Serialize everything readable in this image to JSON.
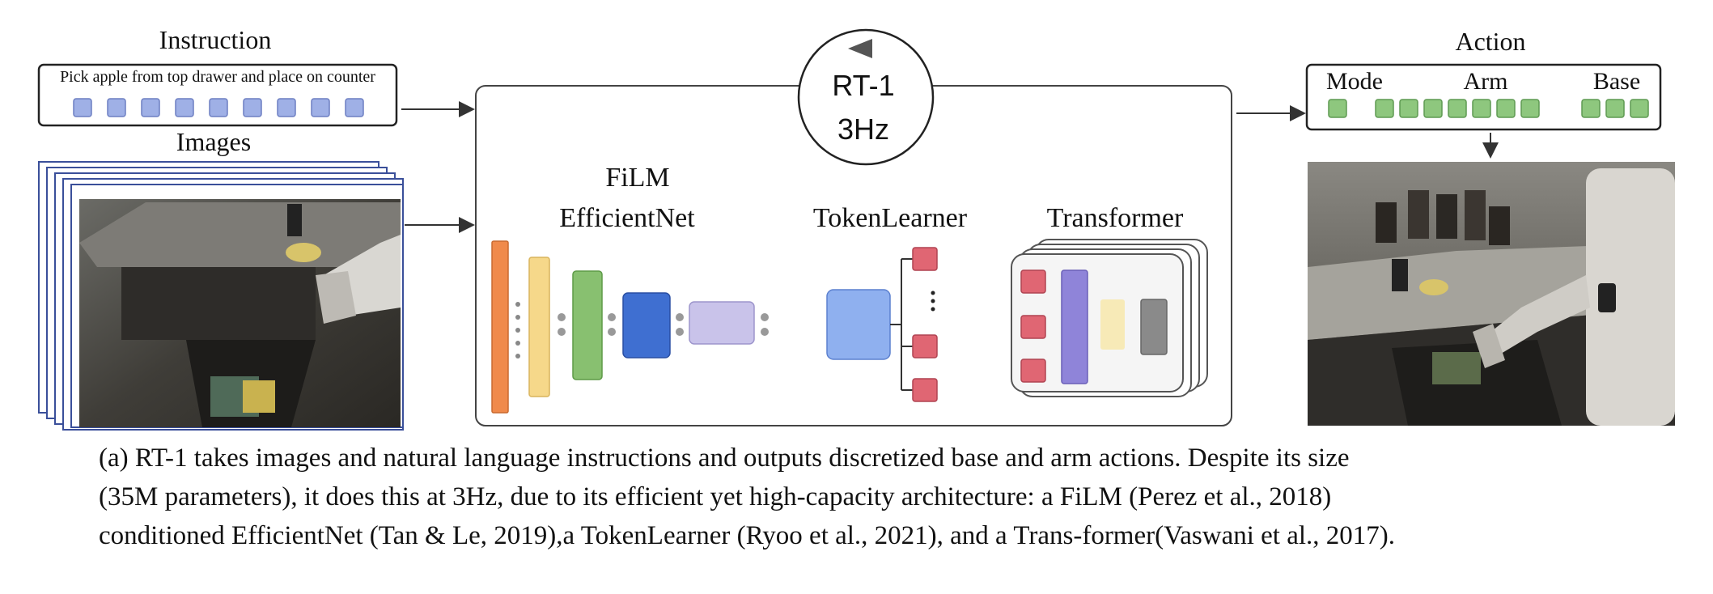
{
  "instruction": {
    "title": "Instruction",
    "text": "Pick apple from top drawer and place on counter",
    "token_count": 9,
    "token_color": "#9fb0e6"
  },
  "images": {
    "title": "Images"
  },
  "model": {
    "name": "RT-1",
    "rate": "3Hz",
    "film_line1": "FiLM",
    "film_line2": "EfficientNet",
    "tokenlearner": "TokenLearner",
    "transformer": "Transformer"
  },
  "action": {
    "title": "Action",
    "mode": "Mode",
    "arm": "Arm",
    "base": "Base",
    "token_color": "#8ec77e"
  },
  "caption": {
    "line1": "(a) RT-1 takes images and natural language instructions and outputs discretized base and arm actions. Despite its size",
    "line2": "(35M parameters), it does this at 3Hz, due to its efficient yet high-capacity architecture: a FiLM (Perez et al., 2018)",
    "line3": "conditioned EfficientNet (Tan & Le, 2019),a TokenLearner (Ryoo et al., 2021), and a Trans-former(Vaswani et al., 2017)."
  },
  "colors": {
    "orange": "#f08a4b",
    "yellow": "#f6d88a",
    "green": "#88c070",
    "blue": "#3f6fd1",
    "lavender": "#c9c3ea",
    "light_blue": "#8fb0ef",
    "red": "#e06673",
    "purple": "#8f84d9",
    "gray": "#8a8a8a"
  }
}
